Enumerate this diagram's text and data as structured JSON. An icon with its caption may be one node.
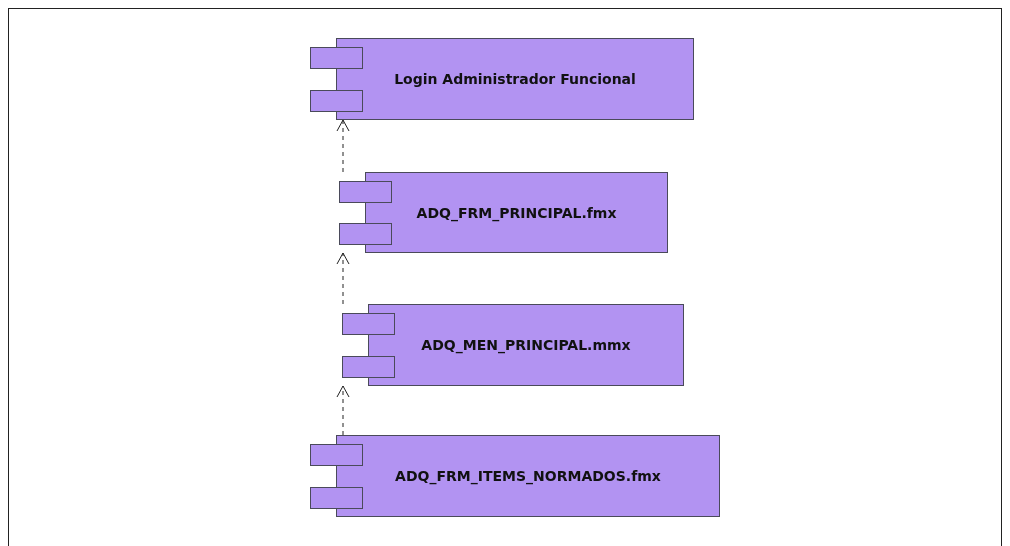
{
  "diagram": {
    "nodes": [
      {
        "text": [
          "Login Administrador Funcional"
        ]
      },
      {
        "text": [
          "ADQ_FRM_PRINCIPAL.fmx"
        ]
      },
      {
        "text": [
          "ADQ_MEN_PRINCIPAL.mmx"
        ]
      },
      {
        "text": [
          "ADQ_FRM_ITEMS_NORMADOS.fmx"
        ]
      }
    ],
    "edges": [
      {
        "from": 1,
        "to": 0,
        "arrow": "to",
        "style": "dashed"
      },
      {
        "from": 2,
        "to": 1,
        "arrow": "to",
        "style": "dashed"
      },
      {
        "from": 3,
        "to": 2,
        "arrow": "to",
        "style": "dashed"
      }
    ]
  }
}
